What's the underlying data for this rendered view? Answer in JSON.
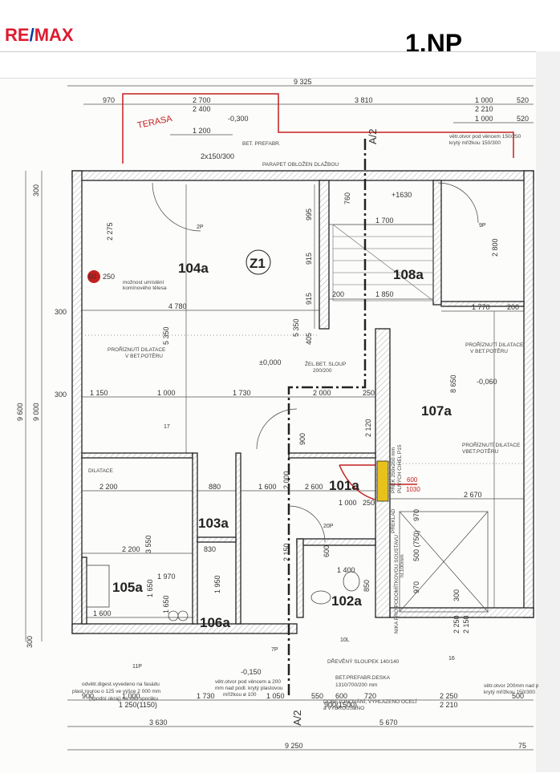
{
  "header": {
    "logo": "RE/MAX",
    "logo_left": "RE",
    "logo_slash": "/",
    "logo_right": "MAX",
    "floor_label": "1.NP"
  },
  "colors": {
    "brand_red": "#dc1c2e",
    "brand_blue": "#003da5",
    "annotation_red": "#c42020",
    "highlight_yellow": "#e8c21a"
  },
  "rooms": [
    "104a",
    "Z1",
    "108a",
    "107a",
    "101a",
    "103a",
    "105a",
    "106a",
    "102a"
  ],
  "annotations": {
    "terasa": "TERASA",
    "level_top": "-0,300",
    "level_mid": "±0,000",
    "level_right": "-0,060",
    "level_bottom": "-0,150",
    "level_stair": "+1630",
    "bet_prefabr": "BET. PREFABR.",
    "window": "2x150/300",
    "parapet": "PARAPET OBLOŽEN DLAŽBOU",
    "vetr_top_1": "větr.otvor pod věncem 150/250",
    "vetr_top_2": "krytý mřížkou 150/300",
    "komin_1": "možnost umístění",
    "komin_2": "komínového tělesa",
    "dilatace_1a": "PROŘÍZNUTÍ DILATACE",
    "dilatace_1b": "V BET.POTĚRU",
    "dilatace_2a": "PROŘÍZNUTÍ DILATACE",
    "dilatace_2b": "V BET.POTĚRU",
    "dilatace_3a": "PROŘÍZNUTÍ DILATACE",
    "dilatace_3b": "VBET.POTĚRU",
    "sloup_1": "ŽEL.BET. SLOUP",
    "sloup_2": "200/200",
    "preklad": "PŘEKLAD",
    "dilatace_kitchen": "DILATACE",
    "preklad_1": "PŘEK 250x250 mm",
    "preklad_2": "PLNÝCH CIHEL P15",
    "red_600": "600",
    "red_1030": "1030",
    "nika": "NIKA PRO PODOMÍTKOVOU SOUSTAVU",
    "nika_2": "hl.100mm",
    "sloupek": "DŘEVĚNÝ SLOUPEK 140/140",
    "deska_1": "BET.PREFABR.DESKA",
    "deska_2": "1310/700/200 mm",
    "dobeton_1": "DOBETONOVÁNÍ, VYHLAZENO OCELÍ",
    "dobeton_2": "a VYBROUŠENO",
    "digest_1": "odvětr.digest.vyvedeno na fasádu",
    "digest_2": "plast.rourou o 125 ve výšce 2 000 mm",
    "digest_3": "(spodní okraj)  na osu sporáku",
    "vetr_bot_1": "větr.otvor pod věncem a 200",
    "vetr_bot_2": "mm nad podl. krytý plastovou",
    "vetr_bot_3": "mřížkou ø 100",
    "vetr_right_1": "větr.otvor 200mm nad p",
    "vetr_right_2": "krytý mřížkou 150/300",
    "section": "A/2",
    "section_b": "A/2",
    "doors": [
      "2P",
      "9P",
      "17",
      "20P",
      "10L",
      "7P",
      "11P",
      "16"
    ]
  },
  "dimensions": {
    "top_total": "9 325",
    "top_row": [
      "970",
      "2 700",
      "3 810",
      "1 000",
      "520"
    ],
    "top_row2": [
      "2 400",
      "2 210"
    ],
    "top_row3": [
      "1 000",
      "520"
    ],
    "top_1200": "1 200",
    "left_total": [
      "9 600",
      "9 000"
    ],
    "left_parts": [
      "300",
      "300",
      "300",
      "300"
    ],
    "bottom_row": [
      "900",
      "1 000",
      "1 730",
      "1 050",
      "550",
      "600",
      "720",
      "2 250",
      "500"
    ],
    "bottom_row2": [
      "1 250(1150)",
      "900(1500)",
      "2 210"
    ],
    "bottom_mid": [
      "3 630",
      "5 670"
    ],
    "bottom_total": "9 250",
    "bottom_75": "75",
    "interior": [
      "4 780",
      "5 350",
      "5 350",
      "2 275",
      "1 150",
      "1 000",
      "1 730",
      "2 000",
      "250",
      "2 200",
      "880",
      "1 600",
      "2 600",
      "1 000",
      "250",
      "2 670",
      "2 200",
      "830",
      "1 970",
      "1 600",
      "600",
      "1 700",
      "1 850",
      "1 770",
      "200",
      "200",
      "2 800",
      "8 650",
      "3 550",
      "1 650",
      "1 950",
      "1 400",
      "2 000",
      "2 150",
      "850",
      "900",
      "915",
      "915",
      "995",
      "760",
      "405",
      "60",
      "250",
      "2 120",
      "500 (750)",
      "970",
      "970",
      "300",
      "2 250",
      "2 150",
      "1 650"
    ]
  }
}
